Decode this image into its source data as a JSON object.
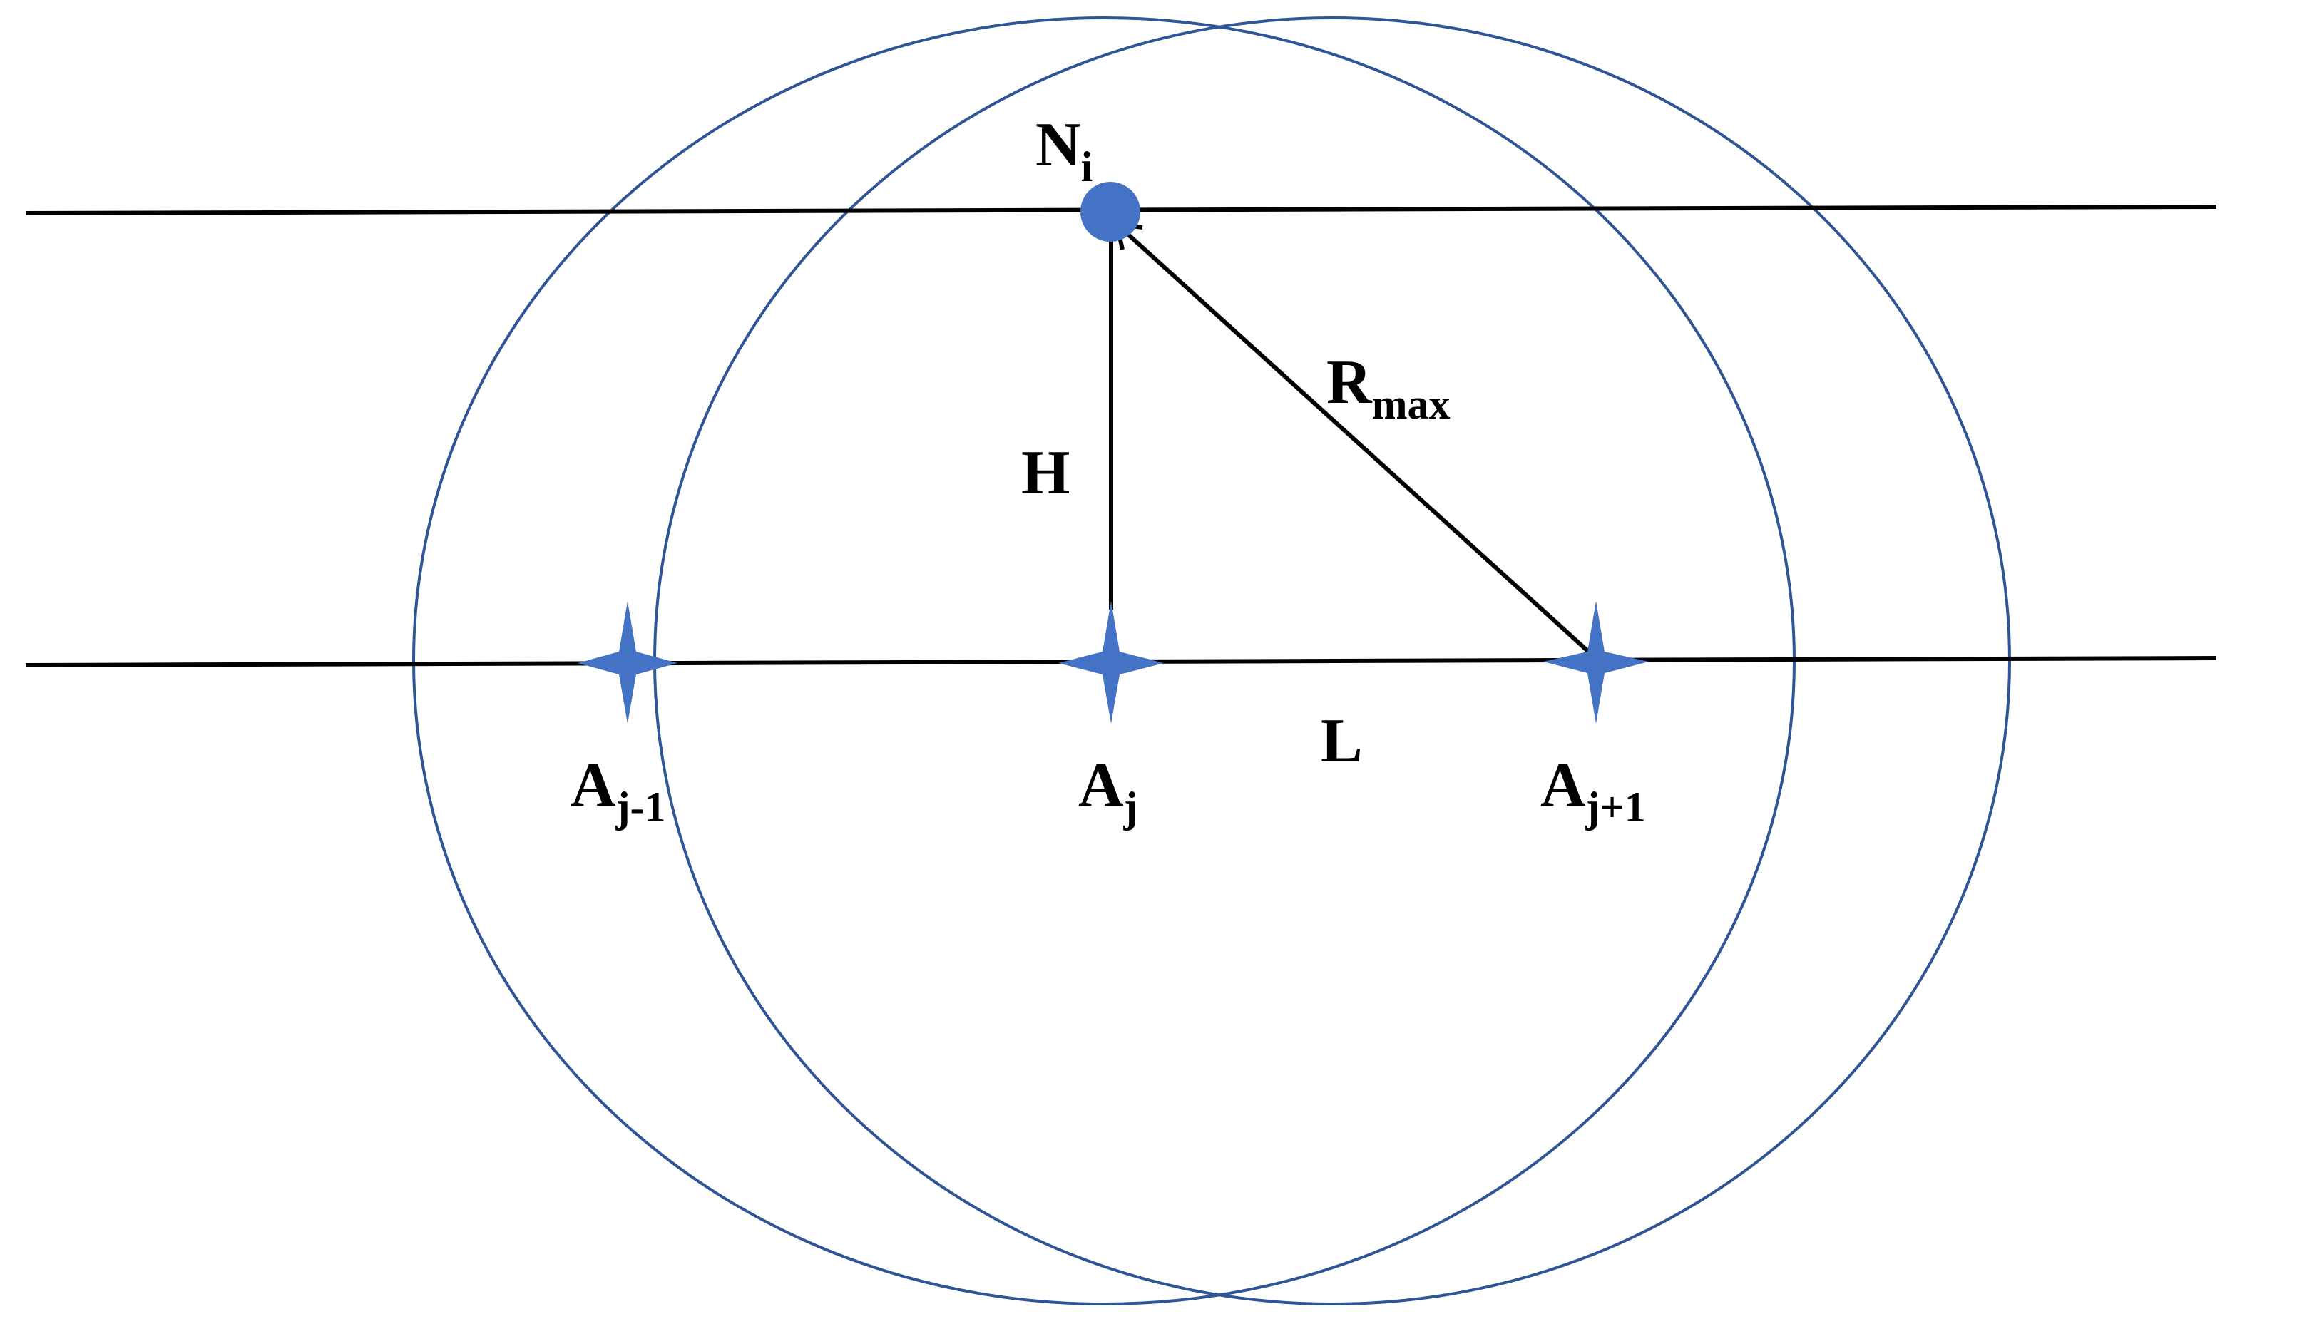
{
  "colors": {
    "circle_stroke": "#2F5597",
    "node_fill": "#4472C4",
    "anchor_fill": "#4472C4",
    "line": "#000000"
  },
  "labels": {
    "node": {
      "main": "N",
      "sub": "i"
    },
    "distance": {
      "main": "R",
      "sub": "max"
    },
    "height": {
      "main": "H"
    },
    "spacing": {
      "main": "L"
    },
    "anchor_prev": {
      "main": "A",
      "sub": "j-1"
    },
    "anchor_curr": {
      "main": "A",
      "sub": "j"
    },
    "anchor_next": {
      "main": "A",
      "sub": "j+1"
    }
  }
}
